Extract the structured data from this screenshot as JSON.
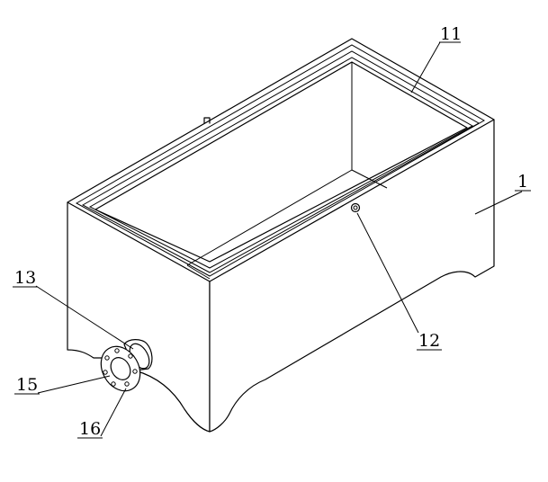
{
  "labels": {
    "box_body": "1",
    "lid_frame": "11",
    "bolt": "12",
    "outlet_pipe": "13",
    "flange": "15",
    "flange_hole": "16"
  }
}
